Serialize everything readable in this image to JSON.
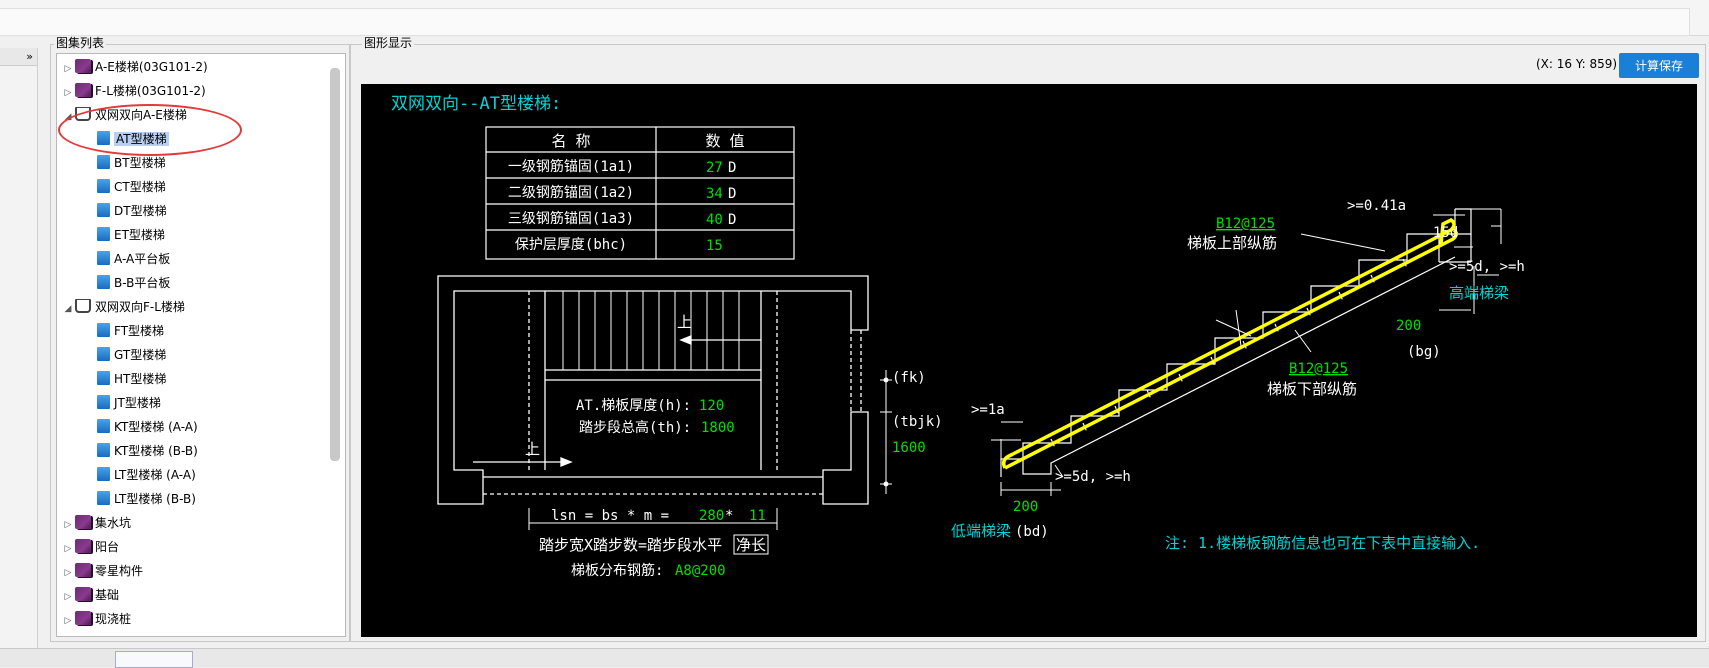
{
  "left_panel": {
    "title": "图集列表",
    "toggle_label": "»",
    "tree": [
      {
        "label": "A-E楼梯(03G101-2)",
        "level": 0,
        "icon": "book-icon",
        "expanded": false
      },
      {
        "label": "F-L楼梯(03G101-2)",
        "level": 0,
        "icon": "book-icon",
        "expanded": false
      },
      {
        "label": "双网双向A-E楼梯",
        "level": 0,
        "icon": "open-book-icon",
        "expanded": true
      },
      {
        "label": "AT型楼梯",
        "level": 1,
        "icon": "page-icon",
        "selected": true
      },
      {
        "label": "BT型楼梯",
        "level": 1,
        "icon": "page-icon"
      },
      {
        "label": "CT型楼梯",
        "level": 1,
        "icon": "page-icon"
      },
      {
        "label": "DT型楼梯",
        "level": 1,
        "icon": "page-icon"
      },
      {
        "label": "ET型楼梯",
        "level": 1,
        "icon": "page-icon"
      },
      {
        "label": "A-A平台板",
        "level": 1,
        "icon": "page-icon"
      },
      {
        "label": "B-B平台板",
        "level": 1,
        "icon": "page-icon"
      },
      {
        "label": "双网双向F-L楼梯",
        "level": 0,
        "icon": "open-book-icon",
        "expanded": true
      },
      {
        "label": "FT型楼梯",
        "level": 1,
        "icon": "page-icon"
      },
      {
        "label": "GT型楼梯",
        "level": 1,
        "icon": "page-icon"
      },
      {
        "label": "HT型楼梯",
        "level": 1,
        "icon": "page-icon"
      },
      {
        "label": "JT型楼梯",
        "level": 1,
        "icon": "page-icon"
      },
      {
        "label": "KT型楼梯 (A-A)",
        "level": 1,
        "icon": "page-icon"
      },
      {
        "label": "KT型楼梯 (B-B)",
        "level": 1,
        "icon": "page-icon"
      },
      {
        "label": "LT型楼梯 (A-A)",
        "level": 1,
        "icon": "page-icon"
      },
      {
        "label": "LT型楼梯 (B-B)",
        "level": 1,
        "icon": "page-icon"
      },
      {
        "label": "集水坑",
        "level": 0,
        "icon": "book-icon",
        "expanded": false
      },
      {
        "label": "阳台",
        "level": 0,
        "icon": "book-icon",
        "expanded": false
      },
      {
        "label": "零星构件",
        "level": 0,
        "icon": "book-icon",
        "expanded": false
      },
      {
        "label": "基础",
        "level": 0,
        "icon": "book-icon",
        "expanded": false
      },
      {
        "label": "现浇桩",
        "level": 0,
        "icon": "book-icon",
        "expanded": false
      }
    ]
  },
  "right_panel": {
    "title": "图形显示",
    "coords": "(X: 16 Y: 859)",
    "calc_save_label": "计算保存"
  },
  "drawing": {
    "title": "双网双向--AT型楼梯:",
    "table_headers": [
      "名  称",
      "数  值"
    ],
    "table_rows": [
      {
        "name": "一级钢筋锚固(1a1)",
        "value": "27",
        "unit": "D"
      },
      {
        "name": "二级钢筋锚固(1a2)",
        "value": "34",
        "unit": "D"
      },
      {
        "name": "三级钢筋锚固(1a3)",
        "value": "40",
        "unit": "D"
      },
      {
        "name": "保护层厚度(bhc)",
        "value": "15",
        "unit": ""
      }
    ],
    "plan_up_label": "上",
    "plan_up_label2": "上",
    "thickness_label": "AT.梯板厚度(h):",
    "thickness_value": "120",
    "height_label": "踏步段总高(th):",
    "height_value": "1800",
    "fk_label": "(fk)",
    "tbjk_label": "(tbjk)",
    "tbjk_value": "1600",
    "lsn_prefix": "lsn = bs * m = ",
    "lsn_bs": "280",
    "lsn_star": " * ",
    "lsn_m": "11",
    "step_label": "踏步宽X踏步数=踏步段水平",
    "step_label_boxed": "净长",
    "dist_label": "梯板分布钢筋:",
    "dist_value": "A8@200",
    "top_rebar_spec": "B12@125",
    "top_rebar_label": "梯板上部纵筋",
    "bottom_rebar_spec": "B12@125",
    "bottom_rebar_label": "梯板下部纵筋",
    "anchor_top": ">=0.41a",
    "anchor_15d": "15d",
    "anchor_5d_top": ">=5d, >=h",
    "high_beam_label": "高端梯梁",
    "high_beam_value": "200",
    "bg_label": "(bg)",
    "anchor_la": ">=1a",
    "anchor_5d_bottom": ">=5d, >=h",
    "low_beam_value": "200",
    "low_beam_label": "低端梯梁",
    "bd_label": "(bd)",
    "note": "注: 1.楼梯板钢筋信息也可在下表中直接输入."
  },
  "colors": {
    "cyan": "#00d4d4",
    "green": "#00e000",
    "yellow": "#ffff00",
    "white": "#ffffff",
    "accent": "#1a7fd6",
    "highlight": "#e23a3a"
  }
}
